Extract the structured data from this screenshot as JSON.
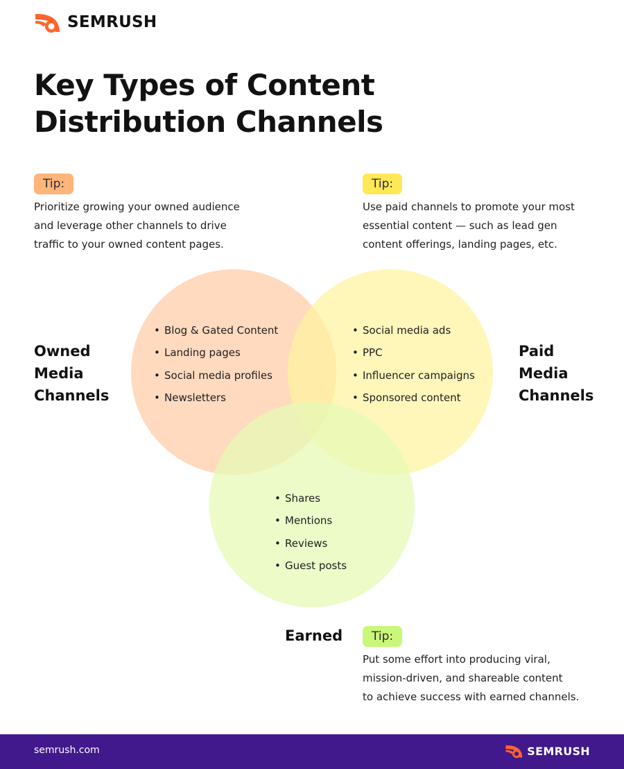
{
  "brand": {
    "name": "SEMRUSH",
    "icon": "semrush-flame-icon",
    "accent": "#ff642d"
  },
  "title": "Key Types of Content Distribution Channels",
  "tips": {
    "owned": {
      "label": "Tip:",
      "color": "#ffb47a",
      "lines": [
        "Prioritize growing your owned audience",
        "and leverage other channels to drive",
        "traffic to your owned content pages."
      ]
    },
    "paid": {
      "label": "Tip:",
      "color": "#ffe855",
      "lines": [
        "Use paid channels to promote your most",
        "essential content — such as lead gen",
        "content offerings, landing pages, etc."
      ]
    },
    "earned": {
      "label": "Tip:",
      "color": "#c9f77a",
      "lines": [
        "Put some effort into producing viral,",
        "mission-driven, and shareable content",
        "to achieve success with earned channels."
      ]
    }
  },
  "circles": {
    "owned": {
      "color": "#ffd6b8",
      "label_lines": [
        "Owned",
        "Media",
        "Channels"
      ],
      "items": [
        "Blog & Gated Content",
        "Landing pages",
        "Social media profiles",
        "Newsletters"
      ]
    },
    "paid": {
      "color": "#fff3a0",
      "label_lines": [
        "Paid",
        "Media",
        "Channels"
      ],
      "items": [
        "Social media ads",
        "PPC",
        "Influencer campaigns",
        "Sponsored content"
      ]
    },
    "earned": {
      "color": "#e6fab5",
      "label_lines": [
        "Earned"
      ],
      "items": [
        "Shares",
        "Mentions",
        "Reviews",
        "Guest posts"
      ]
    }
  },
  "footer": {
    "url": "semrush.com",
    "brand": "SEMRUSH",
    "background": "#42198c"
  }
}
